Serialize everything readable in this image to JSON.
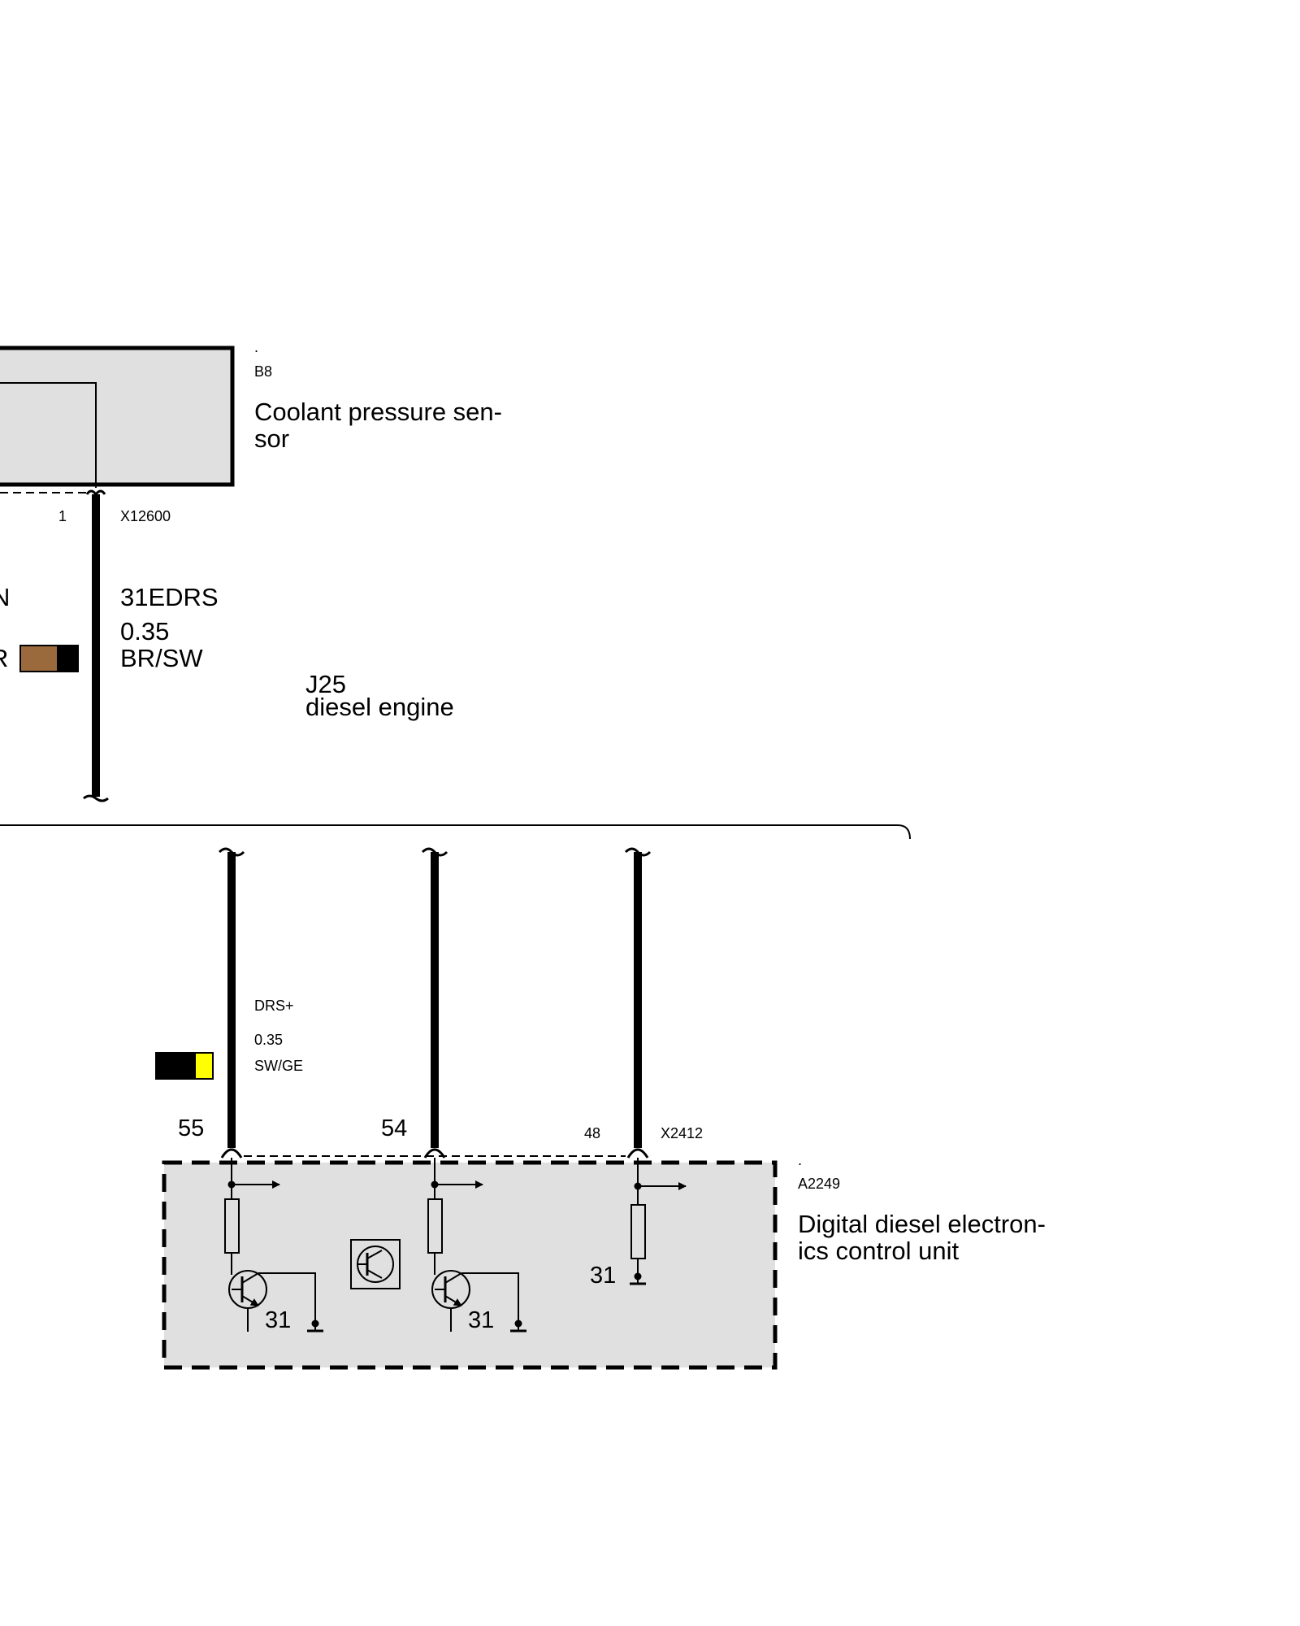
{
  "components": {
    "sensor": {
      "dot": ".",
      "id": "B8",
      "name": "Coolant pressure sen-\nsor",
      "fill": "#e0e0e0"
    },
    "ecu": {
      "dot": ".",
      "id": "A2249",
      "name": "Digital diesel electron-\nics control unit",
      "fill": "#e0e0e0"
    }
  },
  "connectors": {
    "sensor": {
      "name": "X12600",
      "pin": "1"
    },
    "ecu": {
      "name": "X2412",
      "pins": [
        "55",
        "54",
        "48"
      ]
    }
  },
  "wires": {
    "left_partial": {
      "line1": "N",
      "line2": "R"
    },
    "sensor_wire": {
      "signal": "31EDRS",
      "gauge": "0.35",
      "color_code": "BR/SW",
      "swatch": [
        "#9b6a3c",
        "#000000"
      ]
    },
    "ecu_wire": {
      "signal": "DRS+",
      "gauge": "0.35",
      "color_code": "SW/GE",
      "swatch": [
        "#000000",
        "#ffff00"
      ]
    }
  },
  "harness": {
    "code": "J25",
    "name": "diesel engine"
  },
  "grounds": [
    "31",
    "31",
    "31"
  ]
}
